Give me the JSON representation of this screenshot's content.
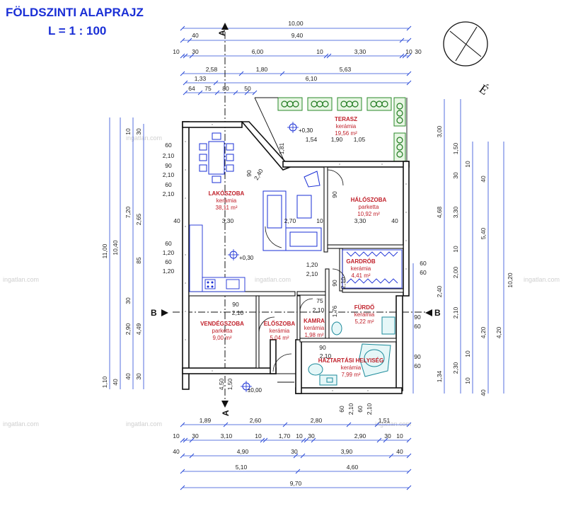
{
  "title": {
    "line1": "FÖLDSZINTI ALAPRAJZ",
    "line2": "L = 1 : 100"
  },
  "north_mark": "É",
  "watermark": "ingatlan.com",
  "section_markers": {
    "a": "A",
    "b": "B"
  },
  "elevations": [
    "+0,30",
    "+0,30",
    "±0,00"
  ],
  "rooms": [
    {
      "name": "TERASZ",
      "floor": "kerámia",
      "area": "19,56 m²"
    },
    {
      "name": "LAKÓSZOBA",
      "floor": "kerámia",
      "area": "38,11 m²"
    },
    {
      "name": "HÁLÓSZOBA",
      "floor": "parketta",
      "area": "10,92 m²"
    },
    {
      "name": "GARDRÓB",
      "floor": "kerámia",
      "area": "4,41 m²"
    },
    {
      "name": "FÜRDŐ",
      "floor": "kerámia",
      "area": "5,22 m²"
    },
    {
      "name": "VENDÉGSZOBA",
      "floor": "parketta",
      "area": "9,00 m²"
    },
    {
      "name": "ELŐSZOBA",
      "floor": "kerámia",
      "area": "5,04 m²"
    },
    {
      "name": "KAMRA",
      "floor": "kerámia",
      "area": "1,98 m²"
    },
    {
      "name": "HÁZTARTÁSI HELYISÉG",
      "floor": "kerámia",
      "area": "7,99 m²"
    }
  ],
  "dimensions": {
    "top_row1": [
      "10,00"
    ],
    "top_row2": [
      "40",
      "9,40"
    ],
    "top_row3": [
      "10",
      "30",
      "6,00",
      "10",
      "3,30",
      "10",
      "30"
    ],
    "top_row4": [
      "2,58",
      "1,80",
      "5,63"
    ],
    "top_row5": [
      "1,33",
      "6,10"
    ],
    "top_row6": [
      "64",
      "75",
      "80",
      "50"
    ],
    "bottom_row1": [
      "1,89",
      "2,60",
      "2,80",
      "1,51"
    ],
    "bottom_row2": [
      "10",
      "30",
      "3,10",
      "10",
      "1,70",
      "10",
      "30",
      "2,90",
      "30",
      "10"
    ],
    "bottom_row3": [
      "40",
      "4,90",
      "30",
      "3,90",
      "40"
    ],
    "bottom_row4": [
      "5,10",
      "4,60"
    ],
    "bottom_row5": [
      "9,70"
    ],
    "left_outer": [
      "11,00"
    ],
    "left_mid": [
      "10,40",
      "40",
      "7,20",
      "2,90",
      "1,10"
    ],
    "left_inner": [
      "2,65",
      "85",
      "4,49",
      "10",
      "30",
      "30",
      "40",
      "30"
    ],
    "left_openings": [
      "60",
      "2,10",
      "90",
      "2,10",
      "60",
      "2,10",
      "40",
      "60",
      "1,20",
      "60",
      "1,20"
    ],
    "right_outer": [
      "10,20"
    ],
    "right_mid": [
      "4,68",
      "5,40",
      "4,20"
    ],
    "right_inner": [
      "3,00",
      "1,50",
      "30",
      "10",
      "40",
      "3,30",
      "10",
      "2,00",
      "2,40",
      "2,10",
      "1,34",
      "10",
      "2,30",
      "10",
      "4,20",
      "40"
    ],
    "right_openings": [
      "60",
      "60",
      "90",
      "60",
      "90",
      "60"
    ],
    "interior": [
      "3,30",
      "2,70",
      "10",
      "3,30",
      "40",
      "1,20",
      "2,10",
      "2,10",
      "90",
      "75",
      "2,10",
      "90",
      "2,10",
      "1,76",
      "90",
      "2,10",
      "60",
      "2,10",
      "60",
      "2,10",
      "1,54",
      "1,90",
      "1,05",
      "90",
      "1,81",
      "2,40",
      "90",
      "4,50",
      "1,50"
    ]
  }
}
